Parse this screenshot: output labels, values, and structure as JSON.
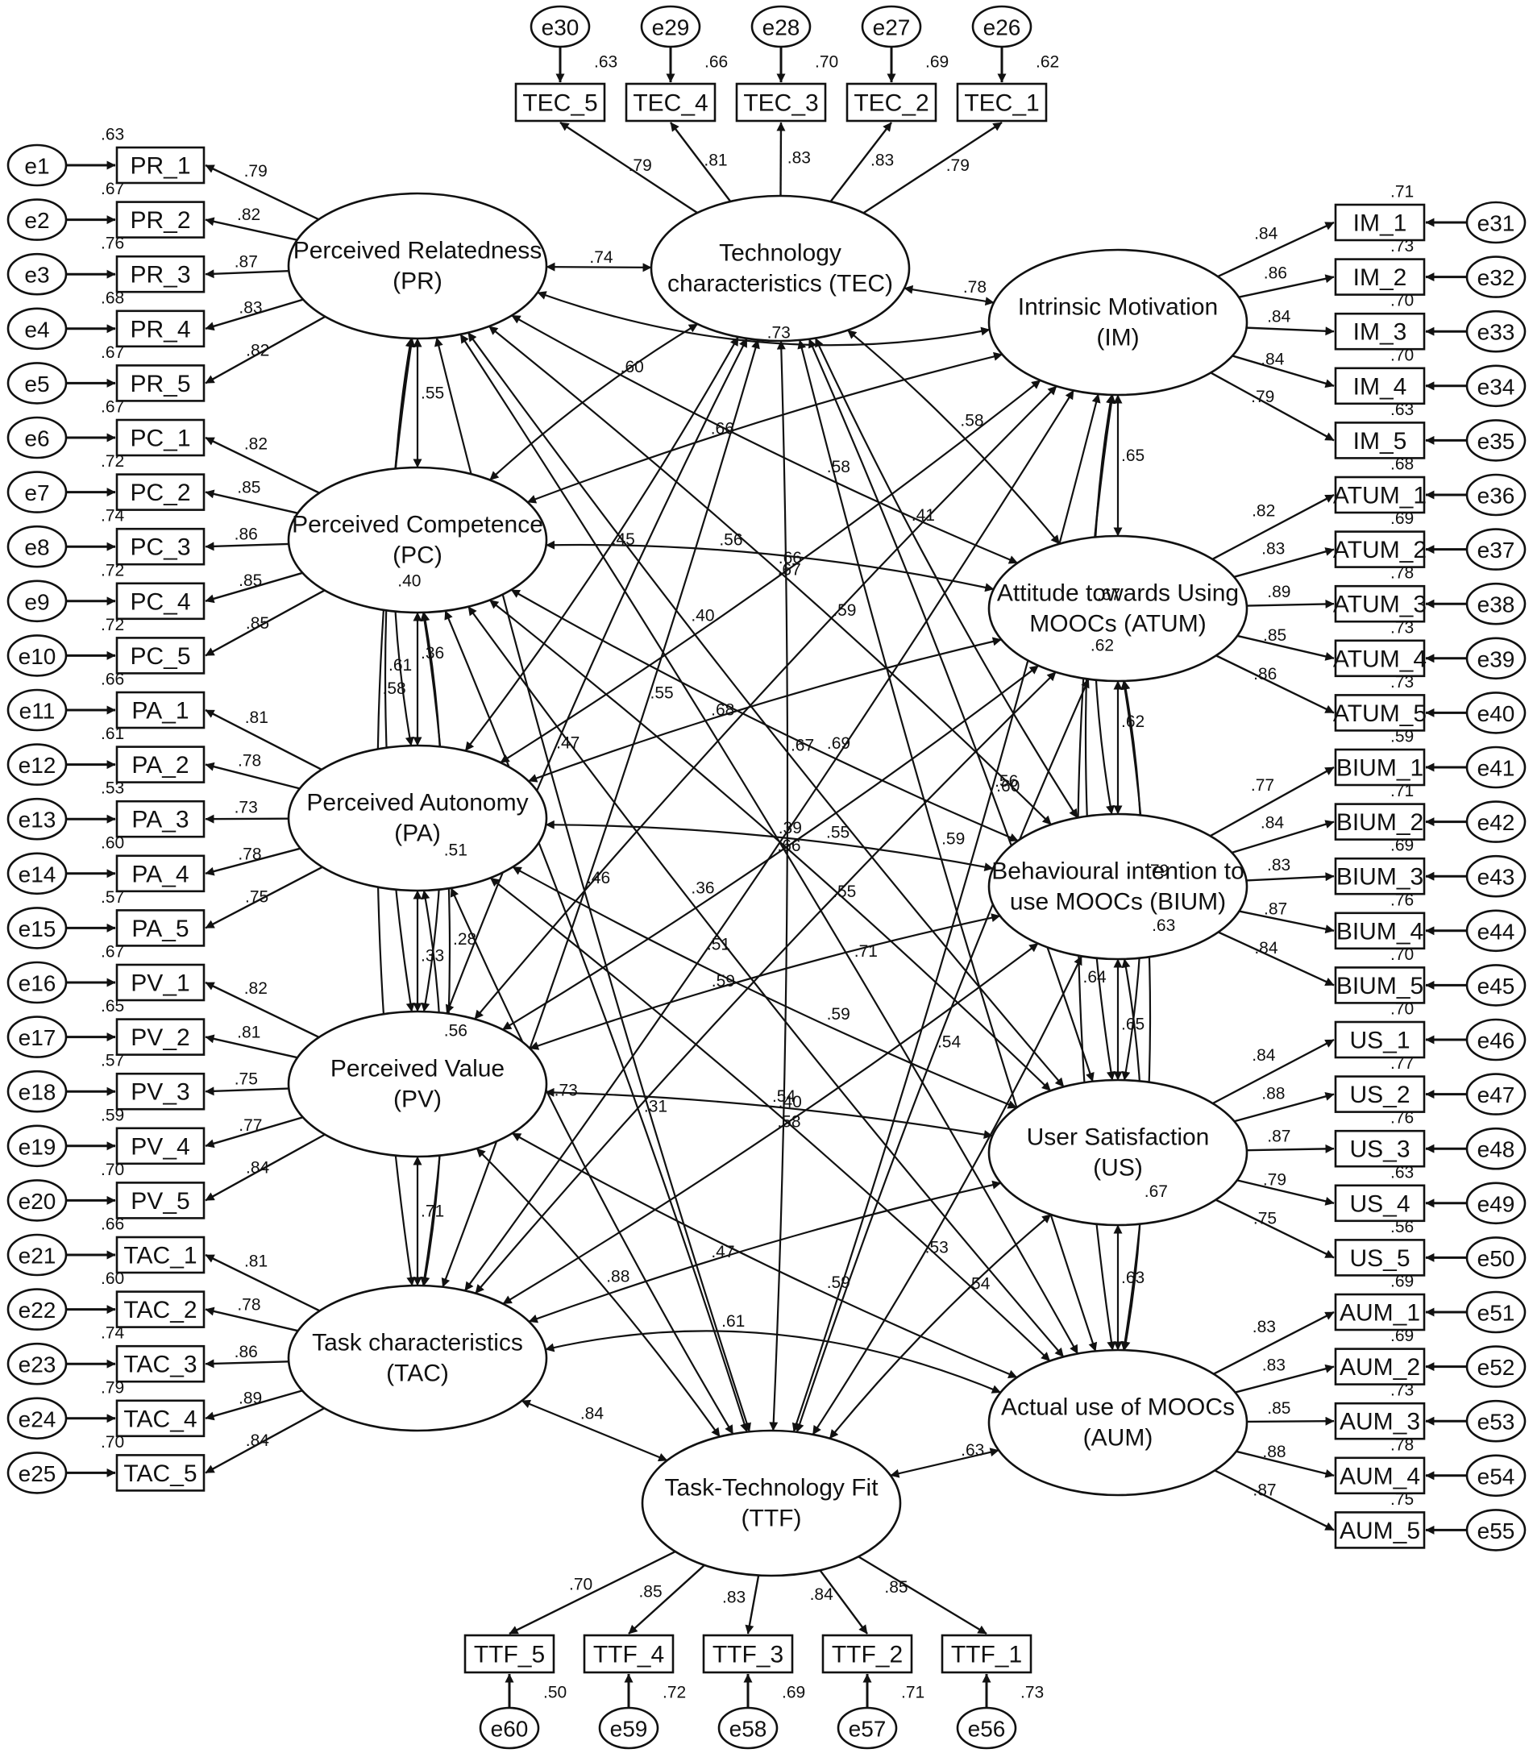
{
  "colors": {
    "stroke": "#111111",
    "background": "#ffffff"
  },
  "latents": [
    {
      "id": "PR",
      "lines": [
        "Perceived Relatedness",
        "(PR)"
      ]
    },
    {
      "id": "PC",
      "lines": [
        "Perceived Competence",
        "(PC)"
      ]
    },
    {
      "id": "PA",
      "lines": [
        "Perceived Autonomy",
        "(PA)"
      ]
    },
    {
      "id": "PV",
      "lines": [
        "Perceived Value",
        "(PV)"
      ]
    },
    {
      "id": "TAC",
      "lines": [
        "Task characteristics",
        "(TAC)"
      ]
    },
    {
      "id": "TEC",
      "lines": [
        "Technology",
        "characteristics (TEC)"
      ]
    },
    {
      "id": "TTF",
      "lines": [
        "Task-Technology Fit",
        "(TTF)"
      ]
    },
    {
      "id": "IM",
      "lines": [
        "Intrinsic Motivation",
        "(IM)"
      ]
    },
    {
      "id": "ATUM",
      "lines": [
        "Attitude towards Using",
        "MOOCs (ATUM)"
      ]
    },
    {
      "id": "BIUM",
      "lines": [
        "Behavioural intention to",
        "use  MOOCs (BIUM)"
      ]
    },
    {
      "id": "US",
      "lines": [
        "User Satisfaction",
        "(US)"
      ]
    },
    {
      "id": "AUM",
      "lines": [
        "Actual use of MOOCs",
        "(AUM)"
      ]
    }
  ],
  "left_items": [
    {
      "latent": "PR",
      "name": "PR_1",
      "error": "e1",
      "r2": ".63",
      "loading": ".79"
    },
    {
      "latent": "PR",
      "name": "PR_2",
      "error": "e2",
      "r2": ".67",
      "loading": ".82"
    },
    {
      "latent": "PR",
      "name": "PR_3",
      "error": "e3",
      "r2": ".76",
      "loading": ".87"
    },
    {
      "latent": "PR",
      "name": "PR_4",
      "error": "e4",
      "r2": ".68",
      "loading": ".83"
    },
    {
      "latent": "PR",
      "name": "PR_5",
      "error": "e5",
      "r2": ".67",
      "loading": ".82"
    },
    {
      "latent": "PC",
      "name": "PC_1",
      "error": "e6",
      "r2": ".67",
      "loading": ".82"
    },
    {
      "latent": "PC",
      "name": "PC_2",
      "error": "e7",
      "r2": ".72",
      "loading": ".85"
    },
    {
      "latent": "PC",
      "name": "PC_3",
      "error": "e8",
      "r2": ".74",
      "loading": ".86"
    },
    {
      "latent": "PC",
      "name": "PC_4",
      "error": "e9",
      "r2": ".72",
      "loading": ".85"
    },
    {
      "latent": "PC",
      "name": "PC_5",
      "error": "e10",
      "r2": ".72",
      "loading": ".85"
    },
    {
      "latent": "PA",
      "name": "PA_1",
      "error": "e11",
      "r2": ".66",
      "loading": ".81"
    },
    {
      "latent": "PA",
      "name": "PA_2",
      "error": "e12",
      "r2": ".61",
      "loading": ".78"
    },
    {
      "latent": "PA",
      "name": "PA_3",
      "error": "e13",
      "r2": ".53",
      "loading": ".73"
    },
    {
      "latent": "PA",
      "name": "PA_4",
      "error": "e14",
      "r2": ".60",
      "loading": ".78"
    },
    {
      "latent": "PA",
      "name": "PA_5",
      "error": "e15",
      "r2": ".57",
      "loading": ".75"
    },
    {
      "latent": "PV",
      "name": "PV_1",
      "error": "e16",
      "r2": ".67",
      "loading": ".82"
    },
    {
      "latent": "PV",
      "name": "PV_2",
      "error": "e17",
      "r2": ".65",
      "loading": ".81"
    },
    {
      "latent": "PV",
      "name": "PV_3",
      "error": "e18",
      "r2": ".57",
      "loading": ".75"
    },
    {
      "latent": "PV",
      "name": "PV_4",
      "error": "e19",
      "r2": ".59",
      "loading": ".77"
    },
    {
      "latent": "PV",
      "name": "PV_5",
      "error": "e20",
      "r2": ".70",
      "loading": ".84"
    },
    {
      "latent": "TAC",
      "name": "TAC_1",
      "error": "e21",
      "r2": ".66",
      "loading": ".81"
    },
    {
      "latent": "TAC",
      "name": "TAC_2",
      "error": "e22",
      "r2": ".60",
      "loading": ".78"
    },
    {
      "latent": "TAC",
      "name": "TAC_3",
      "error": "e23",
      "r2": ".74",
      "loading": ".86"
    },
    {
      "latent": "TAC",
      "name": "TAC_4",
      "error": "e24",
      "r2": ".79",
      "loading": ".89"
    },
    {
      "latent": "TAC",
      "name": "TAC_5",
      "error": "e25",
      "r2": ".70",
      "loading": ".84"
    }
  ],
  "right_items": [
    {
      "latent": "IM",
      "name": "IM_1",
      "error": "e31",
      "r2": ".71",
      "loading": ".84"
    },
    {
      "latent": "IM",
      "name": "IM_2",
      "error": "e32",
      "r2": ".73",
      "loading": ".86"
    },
    {
      "latent": "IM",
      "name": "IM_3",
      "error": "e33",
      "r2": ".70",
      "loading": ".84"
    },
    {
      "latent": "IM",
      "name": "IM_4",
      "error": "e34",
      "r2": ".70",
      "loading": ".84"
    },
    {
      "latent": "IM",
      "name": "IM_5",
      "error": "e35",
      "r2": ".63",
      "loading": ".79"
    },
    {
      "latent": "ATUM",
      "name": "ATUM_1",
      "error": "e36",
      "r2": ".68",
      "loading": ".82"
    },
    {
      "latent": "ATUM",
      "name": "ATUM_2",
      "error": "e37",
      "r2": ".69",
      "loading": ".83"
    },
    {
      "latent": "ATUM",
      "name": "ATUM_3",
      "error": "e38",
      "r2": ".78",
      "loading": ".89"
    },
    {
      "latent": "ATUM",
      "name": "ATUM_4",
      "error": "e39",
      "r2": ".73",
      "loading": ".85"
    },
    {
      "latent": "ATUM",
      "name": "ATUM_5",
      "error": "e40",
      "r2": ".73",
      "loading": ".86"
    },
    {
      "latent": "BIUM",
      "name": "BIUM_1",
      "error": "e41",
      "r2": ".59",
      "loading": ".77"
    },
    {
      "latent": "BIUM",
      "name": "BIUM_2",
      "error": "e42",
      "r2": ".71",
      "loading": ".84"
    },
    {
      "latent": "BIUM",
      "name": "BIUM_3",
      "error": "e43",
      "r2": ".69",
      "loading": ".83"
    },
    {
      "latent": "BIUM",
      "name": "BIUM_4",
      "error": "e44",
      "r2": ".76",
      "loading": ".87"
    },
    {
      "latent": "BIUM",
      "name": "BIUM_5",
      "error": "e45",
      "r2": ".70",
      "loading": ".84"
    },
    {
      "latent": "US",
      "name": "US_1",
      "error": "e46",
      "r2": ".70",
      "loading": ".84"
    },
    {
      "latent": "US",
      "name": "US_2",
      "error": "e47",
      "r2": ".77",
      "loading": ".88"
    },
    {
      "latent": "US",
      "name": "US_3",
      "error": "e48",
      "r2": ".76",
      "loading": ".87"
    },
    {
      "latent": "US",
      "name": "US_4",
      "error": "e49",
      "r2": ".63",
      "loading": ".79"
    },
    {
      "latent": "US",
      "name": "US_5",
      "error": "e50",
      "r2": ".56",
      "loading": ".75"
    },
    {
      "latent": "AUM",
      "name": "AUM_1",
      "error": "e51",
      "r2": ".69",
      "loading": ".83"
    },
    {
      "latent": "AUM",
      "name": "AUM_2",
      "error": "e52",
      "r2": ".69",
      "loading": ".83"
    },
    {
      "latent": "AUM",
      "name": "AUM_3",
      "error": "e53",
      "r2": ".73",
      "loading": ".85"
    },
    {
      "latent": "AUM",
      "name": "AUM_4",
      "error": "e54",
      "r2": ".78",
      "loading": ".88"
    },
    {
      "latent": "AUM",
      "name": "AUM_5",
      "error": "e55",
      "r2": ".75",
      "loading": ".87"
    }
  ],
  "top_items": [
    {
      "latent": "TEC",
      "name": "TEC_5",
      "error": "e30",
      "r2": ".63",
      "loading": ".79"
    },
    {
      "latent": "TEC",
      "name": "TEC_4",
      "error": "e29",
      "r2": ".66",
      "loading": ".81"
    },
    {
      "latent": "TEC",
      "name": "TEC_3",
      "error": "e28",
      "r2": ".70",
      "loading": ".83"
    },
    {
      "latent": "TEC",
      "name": "TEC_2",
      "error": "e27",
      "r2": ".69",
      "loading": ".83"
    },
    {
      "latent": "TEC",
      "name": "TEC_1",
      "error": "e26",
      "r2": ".62",
      "loading": ".79"
    }
  ],
  "bottom_items": [
    {
      "latent": "TTF",
      "name": "TTF_5",
      "error": "e60",
      "r2": ".50",
      "loading": ".70"
    },
    {
      "latent": "TTF",
      "name": "TTF_4",
      "error": "e59",
      "r2": ".72",
      "loading": ".85"
    },
    {
      "latent": "TTF",
      "name": "TTF_3",
      "error": "e58",
      "r2": ".69",
      "loading": ".83"
    },
    {
      "latent": "TTF",
      "name": "TTF_2",
      "error": "e57",
      "r2": ".71",
      "loading": ".84"
    },
    {
      "latent": "TTF",
      "name": "TTF_1",
      "error": "e56",
      "r2": ".73",
      "loading": ".85"
    }
  ],
  "covariances": [
    {
      "a": "PR",
      "b": "PC",
      "value": ".55"
    },
    {
      "a": "PC",
      "b": "PA",
      "value": ".36"
    },
    {
      "a": "PA",
      "b": "PV",
      "value": ".33"
    },
    {
      "a": "PV",
      "b": "TAC",
      "value": ".71"
    },
    {
      "a": "PR",
      "b": "TEC",
      "value": ".74"
    },
    {
      "a": "TEC",
      "b": "IM",
      "value": ".78"
    },
    {
      "a": "IM",
      "b": "ATUM",
      "value": ".65"
    },
    {
      "a": "ATUM",
      "b": "BIUM",
      "value": ".62"
    },
    {
      "a": "BIUM",
      "b": "US",
      "value": ".65"
    },
    {
      "a": "US",
      "b": "AUM",
      "value": ".63"
    },
    {
      "a": "TAC",
      "b": "TTF",
      "value": ".84"
    },
    {
      "a": "TTF",
      "b": "AUM",
      "value": ".63"
    },
    {
      "a": "PR",
      "b": "IM",
      "value": ".73"
    },
    {
      "a": "PC",
      "b": "ATUM",
      "value": ".56"
    },
    {
      "a": "PA",
      "b": "BIUM",
      "value": ".55"
    },
    {
      "a": "PV",
      "b": "US",
      "value": ".54"
    },
    {
      "a": "TAC",
      "b": "AUM",
      "value": ".61"
    },
    {
      "a": "PR",
      "b": "PA",
      "value": ".40"
    },
    {
      "a": "PR",
      "b": "PV",
      "value": ".61"
    },
    {
      "a": "PR",
      "b": "TAC",
      "value": ".58"
    },
    {
      "a": "PC",
      "b": "PV",
      "value": ".51"
    },
    {
      "a": "PC",
      "b": "TAC",
      "value": ".28"
    },
    {
      "a": "PA",
      "b": "TAC",
      "value": ".56"
    },
    {
      "a": "PC",
      "b": "TEC",
      "value": ".60"
    },
    {
      "a": "PA",
      "b": "TEC",
      "value": ".45"
    },
    {
      "a": "PV",
      "b": "TEC",
      "value": ".47"
    },
    {
      "a": "TAC",
      "b": "TEC",
      "value": ".55"
    },
    {
      "a": "TEC",
      "b": "ATUM",
      "value": ".58"
    },
    {
      "a": "TEC",
      "b": "BIUM",
      "value": ".41"
    },
    {
      "a": "TEC",
      "b": "US",
      "value": ".60"
    },
    {
      "a": "TEC",
      "b": "AUM",
      "value": ".59"
    },
    {
      "a": "TEC",
      "b": "TTF",
      "value": ".67"
    },
    {
      "a": "PR",
      "b": "ATUM",
      "value": ".58"
    },
    {
      "a": "PR",
      "b": "BIUM",
      "value": ".66"
    },
    {
      "a": "PR",
      "b": "US",
      "value": ".40"
    },
    {
      "a": "PR",
      "b": "AUM",
      "value": ".71"
    },
    {
      "a": "PR",
      "b": "TTF",
      "value": ".46"
    },
    {
      "a": "PC",
      "b": "IM",
      "value": ".66"
    },
    {
      "a": "PC",
      "b": "BIUM",
      "value": ".69"
    },
    {
      "a": "PC",
      "b": "US",
      "value": ".39"
    },
    {
      "a": "PC",
      "b": "AUM",
      "value": ".36"
    },
    {
      "a": "PC",
      "b": "TTF",
      "value": ".31"
    },
    {
      "a": "PA",
      "b": "IM",
      "value": ".67"
    },
    {
      "a": "PA",
      "b": "ATUM",
      "value": ".68"
    },
    {
      "a": "PA",
      "b": "US",
      "value": ".59"
    },
    {
      "a": "PA",
      "b": "AUM",
      "value": ".40"
    },
    {
      "a": "PA",
      "b": "TTF",
      "value": ".73"
    },
    {
      "a": "PV",
      "b": "IM",
      "value": ".59"
    },
    {
      "a": "PV",
      "b": "ATUM",
      "value": ".66"
    },
    {
      "a": "PV",
      "b": "BIUM",
      "value": ".59"
    },
    {
      "a": "PV",
      "b": "AUM",
      "value": ".59"
    },
    {
      "a": "PV",
      "b": "TTF",
      "value": ".88"
    },
    {
      "a": "TAC",
      "b": "IM",
      "value": ".51"
    },
    {
      "a": "TAC",
      "b": "ATUM",
      "value": ".55"
    },
    {
      "a": "TAC",
      "b": "BIUM",
      "value": ".58"
    },
    {
      "a": "TAC",
      "b": "US",
      "value": ".47"
    },
    {
      "a": "TTF",
      "b": "IM",
      "value": ".56"
    },
    {
      "a": "TTF",
      "b": "ATUM",
      "value": ".54"
    },
    {
      "a": "TTF",
      "b": "BIUM",
      "value": ".53"
    },
    {
      "a": "TTF",
      "b": "US",
      "value": ".54"
    },
    {
      "a": "IM",
      "b": "BIUM",
      "value": ".67"
    },
    {
      "a": "IM",
      "b": "US",
      "value": ".62"
    },
    {
      "a": "IM",
      "b": "AUM",
      "value": ".64"
    },
    {
      "a": "ATUM",
      "b": "US",
      "value": ".79"
    },
    {
      "a": "ATUM",
      "b": "AUM",
      "value": ".63"
    },
    {
      "a": "BIUM",
      "b": "AUM",
      "value": ".67"
    }
  ]
}
